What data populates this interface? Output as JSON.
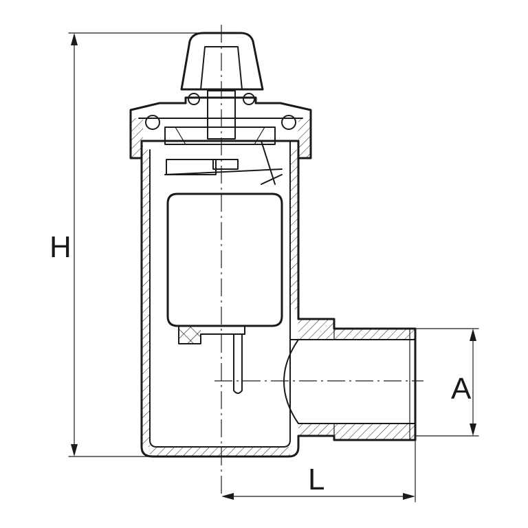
{
  "drawing": {
    "dimensions": {
      "height_label": "H",
      "length_label": "L",
      "diameter_label": "A"
    },
    "colors": {
      "line": "#1a1a1a",
      "background": "#ffffff"
    }
  }
}
